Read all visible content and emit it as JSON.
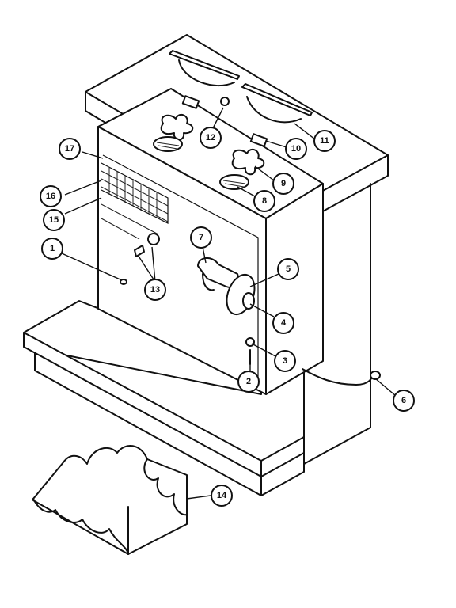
{
  "callouts": [
    {
      "id": "callout-1",
      "label": "1"
    },
    {
      "id": "callout-2",
      "label": "2"
    },
    {
      "id": "callout-3",
      "label": "3"
    },
    {
      "id": "callout-4",
      "label": "4"
    },
    {
      "id": "callout-5",
      "label": "5"
    },
    {
      "id": "callout-6",
      "label": "6"
    },
    {
      "id": "callout-7",
      "label": "7"
    },
    {
      "id": "callout-8",
      "label": "8"
    },
    {
      "id": "callout-9",
      "label": "9"
    },
    {
      "id": "callout-10",
      "label": "10"
    },
    {
      "id": "callout-11",
      "label": "11"
    },
    {
      "id": "callout-12",
      "label": "12"
    },
    {
      "id": "callout-13",
      "label": "13"
    },
    {
      "id": "callout-14",
      "label": "14"
    },
    {
      "id": "callout-15",
      "label": "15"
    },
    {
      "id": "callout-16",
      "label": "16"
    },
    {
      "id": "callout-17",
      "label": "17"
    }
  ]
}
